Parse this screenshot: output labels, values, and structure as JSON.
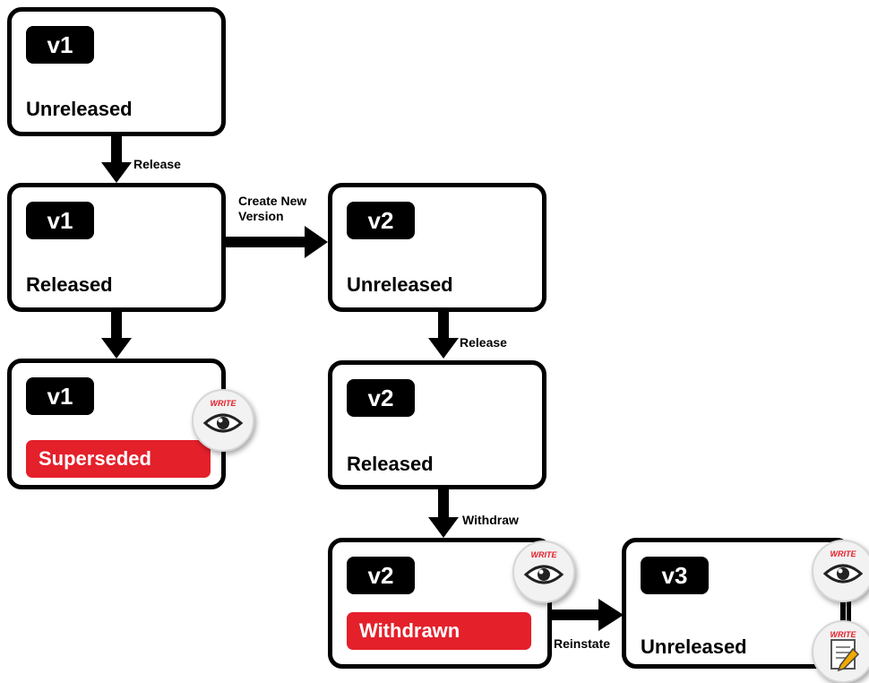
{
  "boxes": {
    "b1": {
      "version": "v1",
      "status": "Unreleased"
    },
    "b2": {
      "version": "v1",
      "status": "Released"
    },
    "b3": {
      "version": "v1",
      "status": "Superseded"
    },
    "b4": {
      "version": "v2",
      "status": "Unreleased"
    },
    "b5": {
      "version": "v2",
      "status": "Released"
    },
    "b6": {
      "version": "v2",
      "status": "Withdrawn"
    },
    "b7": {
      "version": "v3",
      "status": "Unreleased"
    }
  },
  "transitions": {
    "release_1": "Release",
    "create_new_version": "Create New Version",
    "release_2": "Release",
    "withdraw": "Withdraw",
    "reinstate": "Reinstate"
  },
  "icons": {
    "write_label": "WRITE",
    "status_red": "#e4202b"
  }
}
